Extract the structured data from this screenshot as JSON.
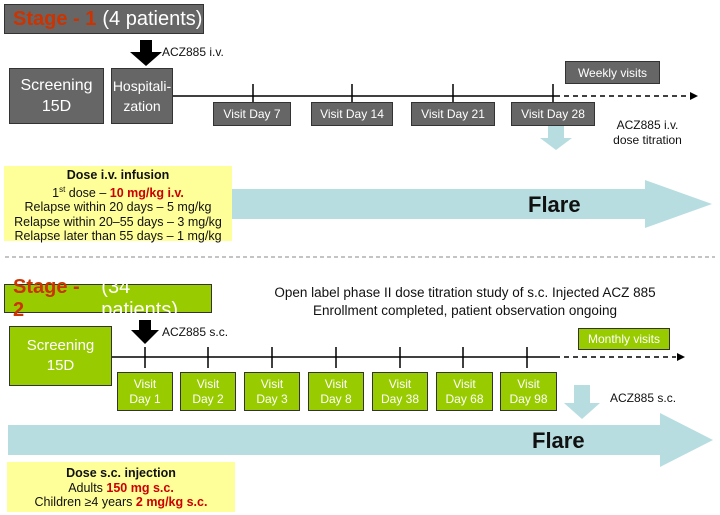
{
  "stage1": {
    "title_stage": "Stage - 1",
    "title_patients": "(4 patients)",
    "drug_label": "ACZ885 i.v.",
    "screening": {
      "line1": "Screening",
      "line2": "15D"
    },
    "hospitalization": {
      "line1": "Hospitali-",
      "line2": "zation"
    },
    "weekly_visits": "Weekly visits",
    "visits": [
      "Visit Day 7",
      "Visit Day 14",
      "Visit Day 21",
      "Visit Day 28"
    ],
    "titration": {
      "line1": "ACZ885 i.v.",
      "line2": "dose titration"
    },
    "dose_box": {
      "title": "Dose i.v. infusion",
      "first_prefix": "1",
      "first_sup": "st",
      "first_mid": " dose – ",
      "first_dose": "10 mg/kg i.v.",
      "lines": [
        "Relapse within 20 days – 5 mg/kg",
        "Relapse within 20–55 days – 3 mg/kg",
        "Relapse later than 55 days – 1 mg/kg"
      ]
    },
    "flare": "Flare"
  },
  "stage2": {
    "title_stage": "Stage - 2",
    "title_patients": "(34 patients)",
    "study_desc": {
      "line1": "Open label phase II dose titration study of s.c. Injected ACZ 885",
      "line2": "Enrollment completed, patient observation ongoing"
    },
    "drug_label": "ACZ885 s.c.",
    "screening": {
      "line1": "Screening",
      "line2": "15D"
    },
    "monthly_visits": "Monthly visits",
    "visits": [
      {
        "line1": "Visit",
        "line2": "Day 1"
      },
      {
        "line1": "Visit",
        "line2": "Day 2"
      },
      {
        "line1": "Visit",
        "line2": "Day 3"
      },
      {
        "line1": "Visit",
        "line2": "Day 8"
      },
      {
        "line1": "Visit",
        "line2": "Day 38"
      },
      {
        "line1": "Visit",
        "line2": "Day 68"
      },
      {
        "line1": "Visit",
        "line2": "Day 98"
      }
    ],
    "sc_label": "ACZ885 s.c.",
    "dose_box": {
      "title": "Dose s.c. injection",
      "adults_prefix": "Adults ",
      "adults_dose": "150 mg s.c.",
      "children_prefix": "Children ≥4 years ",
      "children_dose": "2 mg/kg s.c."
    },
    "flare": "Flare"
  },
  "colors": {
    "gray_box": "#666666",
    "green_box": "#99cc00",
    "flare_arrow": "#b7dde0",
    "dose_box": "#ffff99",
    "stage_number": "#cc3300",
    "dose_highlight": "#cc0000"
  }
}
